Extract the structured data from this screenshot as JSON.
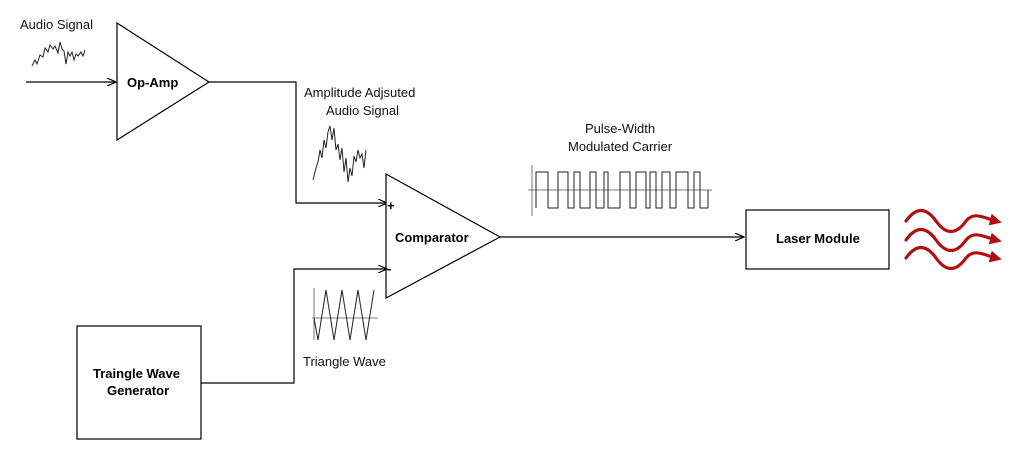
{
  "labels": {
    "audio_signal": "Audio Signal",
    "op_amp": "Op-Amp",
    "amplitude_line1": "Amplitude Adjsuted",
    "amplitude_line2": "Audio Signal",
    "pwm_line1": "Pulse-Width",
    "pwm_line2": "Modulated Carrier",
    "comparator": "Comparator",
    "plus": "+",
    "minus": "-",
    "laser_module": "Laser Module",
    "triangle_generator_line1": "Traingle Wave",
    "triangle_generator_line2": "Generator",
    "triangle_wave": "Triangle Wave"
  },
  "icons": {
    "audio_signal": "audio-waveform-icon",
    "amplitude_signal": "amplified-waveform-icon",
    "pwm": "pwm-square-wave-icon",
    "triangle": "triangle-wave-icon",
    "laser_output": "laser-beam-waves-icon"
  },
  "colors": {
    "laser_waves": "#b01010",
    "lines": "#000000"
  }
}
